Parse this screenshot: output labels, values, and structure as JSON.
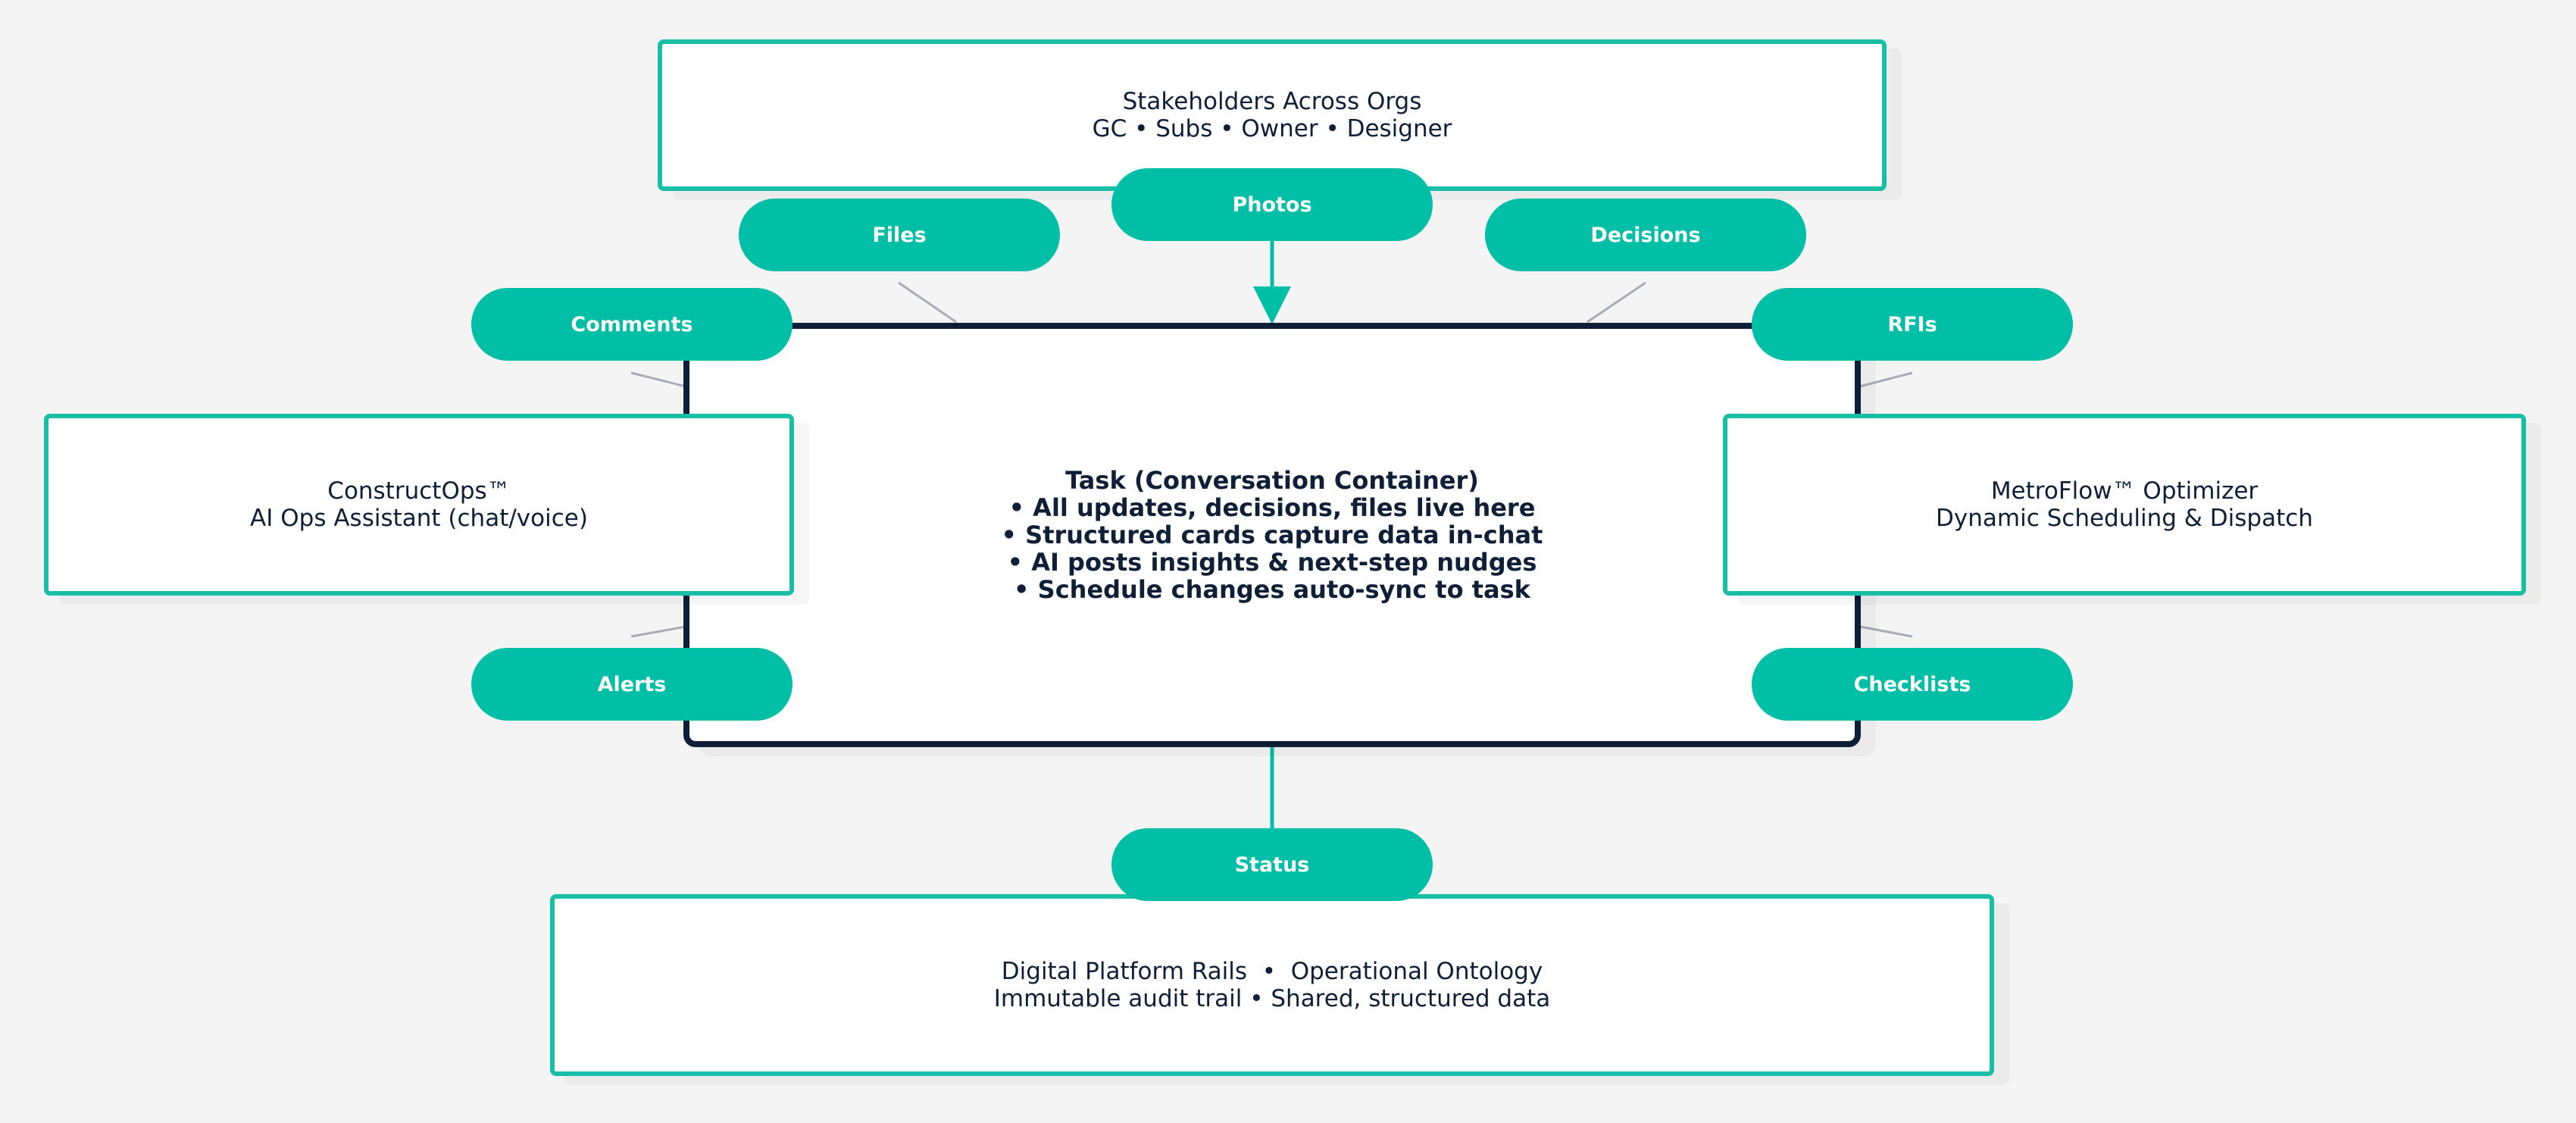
{
  "colors": {
    "accent": "#01bea6",
    "box_border": "#19bea6",
    "center_border": "#0f1f38",
    "text": "#0f1f38",
    "background": "#f4f4f4",
    "connector": "#a9adb8"
  },
  "boxes": {
    "stakeholders": {
      "line1": "Stakeholders Across Orgs",
      "line2": "GC • Subs • Owner • Designer"
    },
    "constructops": {
      "line1": "ConstructOps™",
      "line2": "AI Ops Assistant (chat/voice)"
    },
    "metroflow": {
      "line1": "MetroFlow™ Optimizer",
      "line2": "Dynamic Scheduling & Dispatch"
    },
    "platform": {
      "line1": "Digital Platform Rails  •  Operational Ontology",
      "line2": "Immutable audit trail • Shared, structured data"
    },
    "task": {
      "title": "Task (Conversation Container)",
      "bullets": [
        "• All updates, decisions, files live here",
        "• Structured cards capture data in-chat",
        "• AI posts insights & next-step nudges",
        "• Schedule changes auto-sync to task"
      ]
    }
  },
  "pills": {
    "files": "Files",
    "photos": "Photos",
    "decisions": "Decisions",
    "comments": "Comments",
    "rfis": "RFIs",
    "alerts": "Alerts",
    "checklists": "Checklists",
    "status": "Status"
  }
}
